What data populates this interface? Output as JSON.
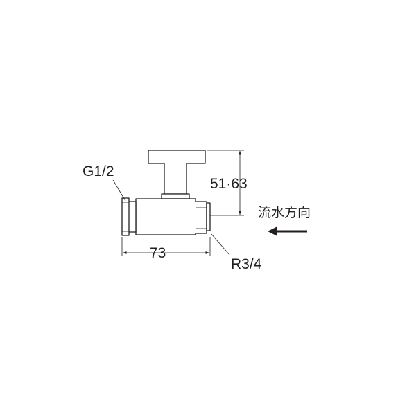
{
  "labels": {
    "inlet_thread": "G1/2",
    "height": "51·63",
    "length": "73",
    "outlet_thread": "R3/4",
    "flow_direction": "流水方向"
  }
}
